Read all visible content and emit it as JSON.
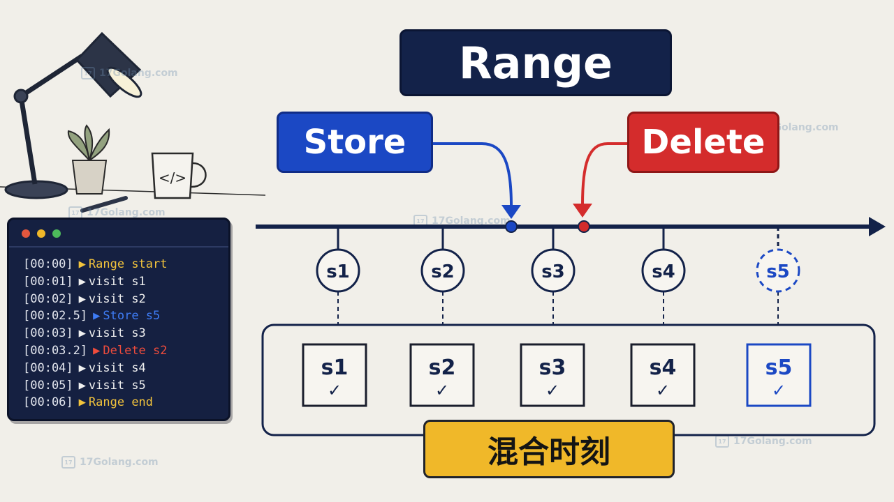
{
  "title": "Range",
  "operations": {
    "store": "Store",
    "delete": "Delete"
  },
  "timeline": {
    "nodes": [
      {
        "label": "s1",
        "style": "solid"
      },
      {
        "label": "s2",
        "style": "solid"
      },
      {
        "label": "s3",
        "style": "solid"
      },
      {
        "label": "s4",
        "style": "solid"
      },
      {
        "label": "s5",
        "style": "dashed"
      }
    ]
  },
  "visited": [
    {
      "label": "s1",
      "check": "✓",
      "highlight": false
    },
    {
      "label": "s2",
      "check": "✓",
      "highlight": false
    },
    {
      "label": "s3",
      "check": "✓",
      "highlight": false
    },
    {
      "label": "s4",
      "check": "✓",
      "highlight": false
    },
    {
      "label": "s5",
      "check": "✓",
      "highlight": true
    }
  ],
  "blend_label": "混合时刻",
  "terminal": {
    "lines": [
      {
        "ts": "[00:00]",
        "arrow": "▶",
        "text": "Range start",
        "kind": "highlight"
      },
      {
        "ts": "[00:01]",
        "arrow": "▶",
        "text": "visit s1",
        "kind": "normal"
      },
      {
        "ts": "[00:02]",
        "arrow": "▶",
        "text": "visit s2",
        "kind": "normal"
      },
      {
        "ts": "[00:02.5]",
        "arrow": "▶",
        "text": "Store s5",
        "kind": "store"
      },
      {
        "ts": "[00:03]",
        "arrow": "▶",
        "text": "visit s3",
        "kind": "normal"
      },
      {
        "ts": "[00:03.2]",
        "arrow": "▶",
        "text": "Delete s2",
        "kind": "delete"
      },
      {
        "ts": "[00:04]",
        "arrow": "▶",
        "text": "visit s4",
        "kind": "normal"
      },
      {
        "ts": "[00:05]",
        "arrow": "▶",
        "text": "visit s5",
        "kind": "normal"
      },
      {
        "ts": "[00:06]",
        "arrow": "▶",
        "text": "Range end",
        "kind": "highlight"
      }
    ]
  },
  "watermark": {
    "text": "17Golang.com",
    "icon": "17"
  },
  "colors": {
    "navy": "#132249",
    "store": "#1b48c4",
    "delete": "#d42c2c",
    "highlight": "#f0b829",
    "dashed": "#1b48c4"
  },
  "icons": [
    "desk-lamp-icon",
    "potted-plant-icon",
    "code-mug-icon",
    "pen-icon"
  ]
}
